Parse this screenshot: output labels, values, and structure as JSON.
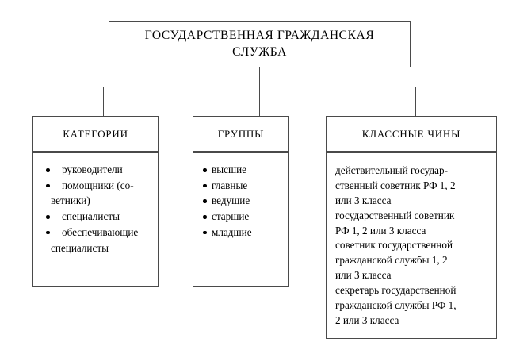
{
  "diagram": {
    "title": "ГОСУДАРСТВЕННАЯ  ГРАЖДАНСКАЯ СЛУЖБА",
    "columns": [
      {
        "header": "КАТЕГОРИИ",
        "items": [
          "руководители",
          "помощники (со-",
          "ветники)",
          "специалисты",
          "обеспечивающие",
          "специалисты"
        ]
      },
      {
        "header": "ГРУППЫ",
        "items": [
          "высшие",
          "главные",
          "ведущие",
          "старшие",
          "младшие"
        ]
      },
      {
        "header": "КЛАССНЫЕ ЧИНЫ",
        "entries": [
          "действительный государ-ственный советник РФ 1, 2 или 3 класса",
          "государственный советник РФ  1, 2 или 3 класса",
          "советник государственной гражданской службы  1, 2 или 3 класса",
          "секретарь государственной гражданской службы РФ  1, 2 или 3 класса"
        ],
        "lines": [
          "действительный государ-",
          "ственный советник РФ 1, 2",
          "или 3 класса",
          "государственный советник",
          "РФ  1, 2 или 3 класса",
          "советник государственной",
          "гражданской службы  1, 2",
          "или 3 класса",
          "секретарь государственной",
          "гражданской службы РФ  1,",
          "2 или 3 класса"
        ]
      }
    ],
    "colors": {
      "stroke": "#4a4a4a",
      "text": "#000000",
      "background": "#ffffff"
    }
  }
}
